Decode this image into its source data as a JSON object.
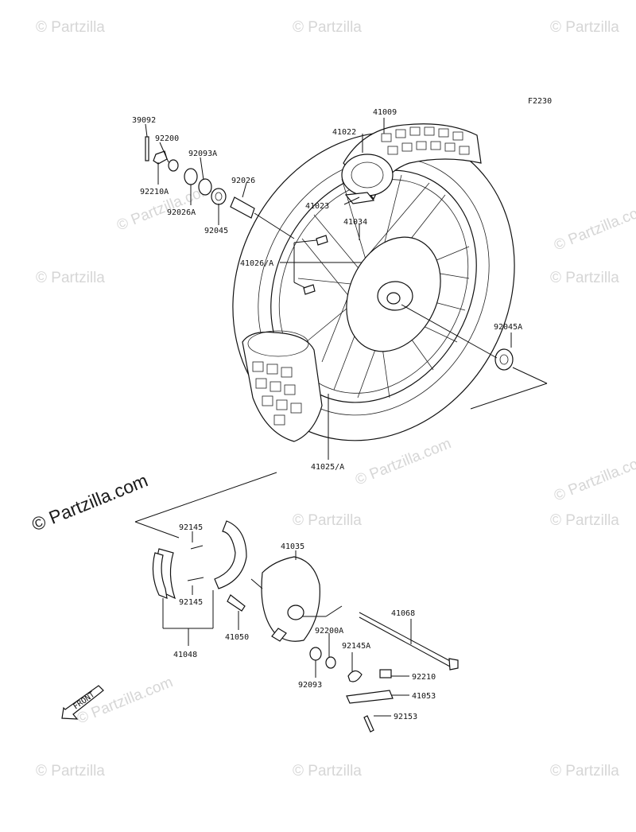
{
  "diagram_code": "F2230",
  "watermark": "© Partzilla",
  "brand": "© Partzilla.com",
  "front_label": "FRONT",
  "labels": {
    "p39092": "39092",
    "p92200": "92200",
    "p92093A": "92093A",
    "p92026": "92026",
    "p92210A": "92210A",
    "p92026A": "92026A",
    "p92045": "92045",
    "p41009": "41009",
    "p41022": "41022",
    "p41023": "41023",
    "p41034": "41034",
    "p41026A": "41026/A",
    "p92045A": "92045A",
    "p41025A": "41025/A",
    "p92145_top": "92145",
    "p92145_bottom": "92145",
    "p41048": "41048",
    "p41050": "41050",
    "p41035": "41035",
    "p41068": "41068",
    "p92200A": "92200A",
    "p92145A": "92145A",
    "p92093": "92093",
    "p92210": "92210",
    "p41053": "41053",
    "p92153": "92153"
  }
}
